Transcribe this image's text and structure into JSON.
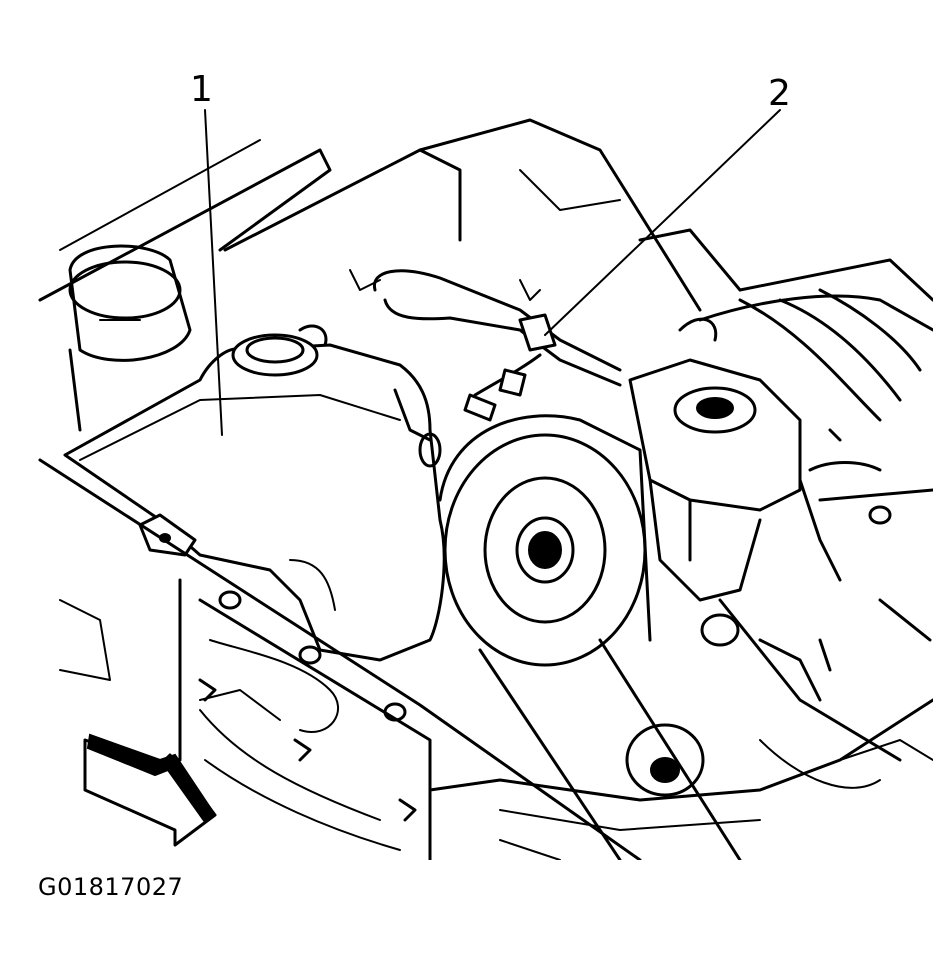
{
  "callouts": [
    {
      "label": "1",
      "part": "coolant-reservoir"
    },
    {
      "label": "2",
      "part": "hose-clamp"
    }
  ],
  "figure_id": "G01817027",
  "view_direction_icon": "front-of-vehicle-arrow-icon"
}
